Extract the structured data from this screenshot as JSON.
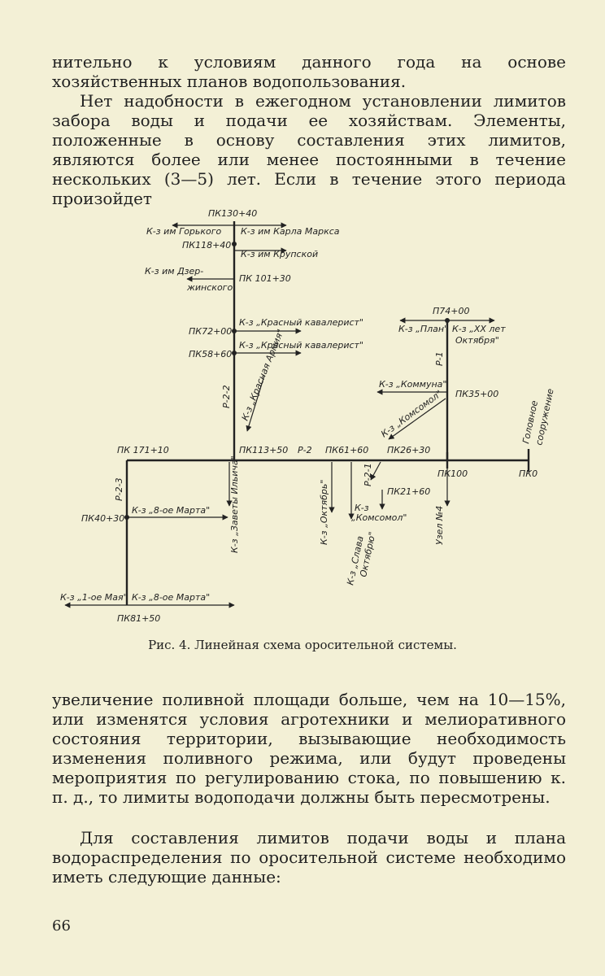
{
  "text": {
    "p1": "нительно к условиям данного года на основе хозяйственных планов водопользования.",
    "p2": "Нет надобности в ежегодном установлении лимитов забора воды и подачи ее хозяйствам. Элементы, положенные в основу составления этих лимитов, являются более или менее постоянными в течение нескольких (3—5) лет. Если в течение этого периода произойдет",
    "p3": "увеличение поливной площади больше, чем на 10—15%, или изменятся условия агротехники и мелиоративного состояния территории, вызывающие необходимость изменения поливного режима, или будут проведены мероприятия по регулированию стока, по повышению к. п. д., то лимиты водоподачи должны быть пересмотрены.",
    "p4": "Для составления лимитов подачи воды и плана водораспределения по оросительной системе необходимо иметь следующие данные:"
  },
  "figure": {
    "caption": "Рис. 4. Линейная схема оросительной системы.",
    "labels": {
      "pk130": "ПК130+40",
      "kz_gorkogo": "К-з им Горького",
      "kz_karla_marksa": "К-з им Карла Маркса",
      "pk118": "ПК118+40",
      "kz_krupskoy": "К-з им Крупской",
      "kz_dzer": "К-з им Дзер-",
      "zhinskogo": "жинского",
      "pk101": "ПК 101+30",
      "kz_krasny_kav_1": "К-з „Красный кавалерист\"",
      "pk72": "ПК72+00",
      "kz_krasny_kav_2": "К-з „Красный кавалерист\"",
      "pk58": "ПК58+60",
      "p22": "Р-2-2",
      "kz_krasnaya_armiya": "К-з „Красная Армия\"",
      "pk171": "ПК 171+10",
      "pk113": "ПК113+50",
      "r2": "Р-2",
      "pk61": "ПК61+60",
      "pk26": "ПК26+30",
      "p74": "П74+00",
      "kz_plan": "К-з „План\"",
      "kz_xx_let": "К-з „ХХ лет",
      "oktyabrya": "Октября\"",
      "r1": "Р-1",
      "kz_kommuna": "К-з „Коммуна\"",
      "pk35": "ПК35+00",
      "kz_komsomol_1": "К-з „Комсомол\"",
      "golovnoe": "Головное",
      "sooruzhenie": "сооружение",
      "pk100": "ПК100",
      "pk0": "ПК0",
      "r23": "Р-2-3",
      "kz_8marta_1": "К-з „8-ое Марта\"",
      "pk40": "ПК40+30",
      "kz_zavety": "К-з „Заветы Ильича\"",
      "kz_oktyabr": "К-з „Октябрь\"",
      "r21": "Р-2-1",
      "pk21": "ПК21+60",
      "kz_3": "К-з",
      "komsomol_2": "„Комсомол\"",
      "kz_slava": "К-з „Слава",
      "oktyabryu": "Октябрю\"",
      "uzel": "Узел №4",
      "kz_1maya": "К-з „1-ое Мая\"",
      "kz_8marta_2": "К-з „8-ое Марта\"",
      "pk81": "ПК81+50"
    }
  },
  "page_number": "66"
}
